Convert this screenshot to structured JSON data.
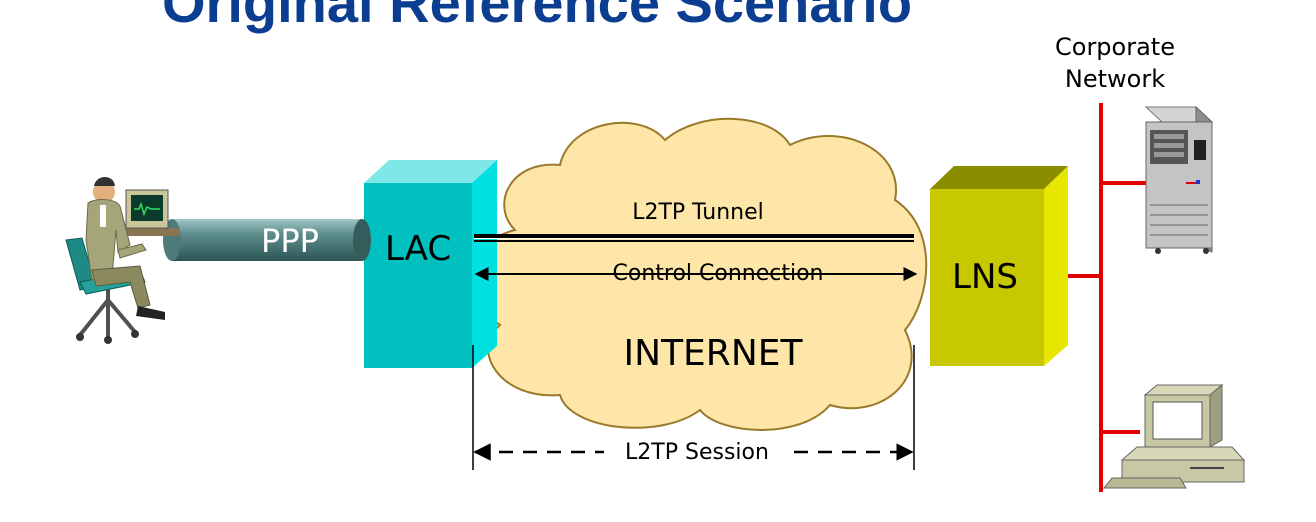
{
  "title": "Original Reference Scenario",
  "labels": {
    "corporate_line1": "Corporate",
    "corporate_line2": "Network",
    "ppp": "PPP",
    "lac": "LAC",
    "lns": "LNS",
    "l2tp_tunnel": "L2TP Tunnel",
    "control_connection": "Control Connection",
    "internet": "INTERNET",
    "l2tp_session": "L2TP Session"
  },
  "icons": {
    "user": "user-at-computer-icon",
    "server": "server-icon",
    "workstation": "desktop-computer-icon",
    "cloud": "internet-cloud-icon"
  },
  "colors": {
    "title": "#0b3d91",
    "lac_front": "#00c0c0",
    "lac_side": "#00e0e0",
    "lns_front": "#c8c800",
    "lns_side": "#e6e600",
    "cloud_fill": "#fde6a8",
    "cloud_stroke": "#9a7a2a",
    "network_line": "#e00000",
    "pipe": "#5e8e8e"
  }
}
